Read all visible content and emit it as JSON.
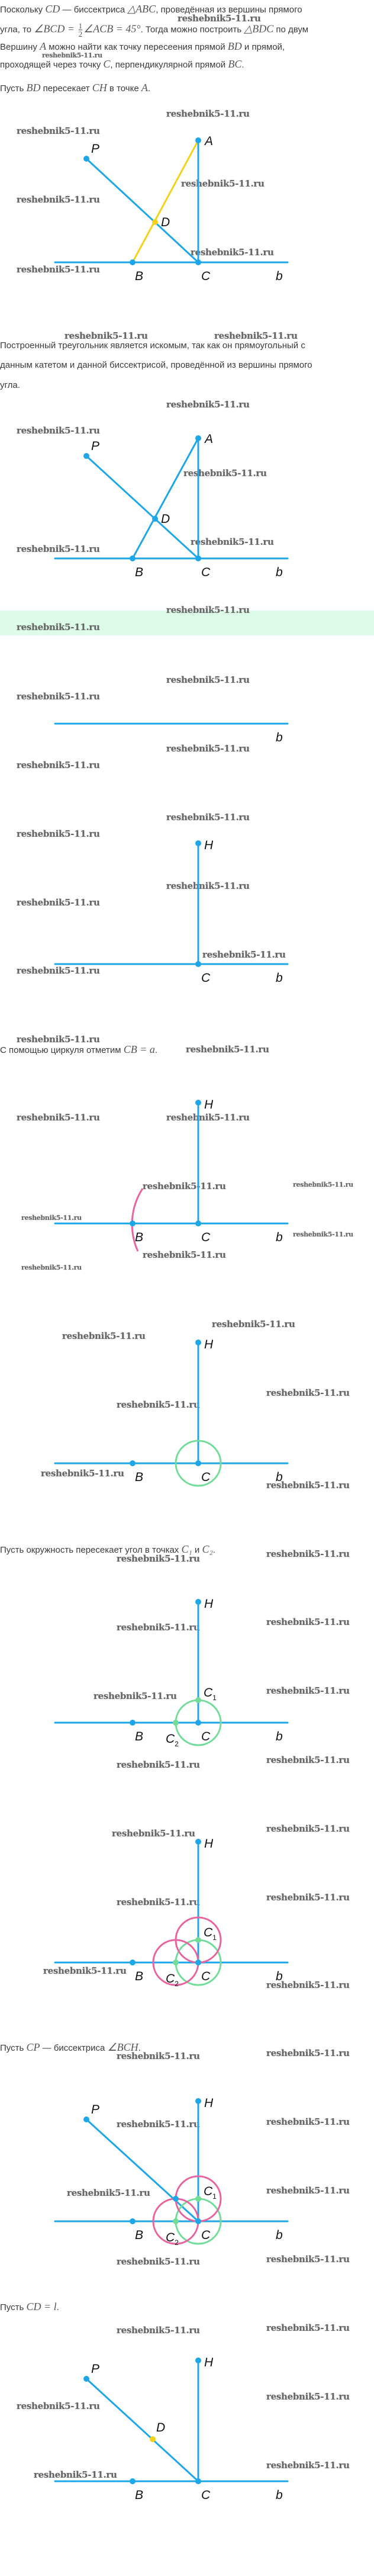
{
  "watermark": "reshebnik5-11.ru",
  "paragraphs": [
    {
      "lines": [
        [
          "Поскольку ",
          {
            "m": "CD"
          },
          " — биссектриса ",
          {
            "m": "△ABC"
          },
          ", проведённая из вершины прямого"
        ],
        [
          "угла, то ",
          {
            "m": "∠BCD = "
          },
          {
            "num": "1",
            "den": "2"
          },
          {
            "m": "∠ACB = 45°"
          },
          ". Тогда можно построить ",
          {
            "m": "△BDC"
          },
          " по двум"
        ],
        [
          "Вершину ",
          {
            "m": "A"
          },
          " можно найти как точку пересеения прямой ",
          {
            "m": "BD"
          },
          " и прямой,"
        ],
        [
          "проходящей через точку ",
          {
            "m": "C"
          },
          ", перпендикулярной прямой ",
          {
            "m": "BC"
          },
          "."
        ]
      ]
    },
    {
      "lines": [
        [
          "Пусть ",
          {
            "m": "BD"
          },
          " пересекает ",
          {
            "m": "CH"
          },
          " в точке ",
          {
            "m": "A"
          },
          "."
        ]
      ]
    },
    {
      "lines": [
        [
          "Построенный треугольник является искомым, так как он прямоугольный с"
        ],
        [
          "данным катетом и данной биссектрисой, проведённой из вершины прямого"
        ],
        [
          "угла."
        ]
      ]
    },
    {
      "lines": [
        [
          "С помощью циркуля отметим ",
          {
            "m": "CB = a"
          },
          "."
        ]
      ]
    },
    {
      "lines": [
        [
          "Пусть окружность пересекает угол в точках ",
          {
            "m": "C₁"
          },
          " и ",
          {
            "m": "C₂"
          },
          "."
        ]
      ]
    },
    {
      "lines": [
        [
          "Пусть ",
          {
            "m": "CP"
          },
          " — биссектриса ",
          {
            "m": "∠BCH"
          },
          "."
        ]
      ]
    },
    {
      "lines": [
        [
          "Пусть ",
          {
            "m": "CD = l"
          },
          "."
        ]
      ]
    }
  ],
  "point_labels": {
    "A": "A",
    "B": "B",
    "C": "C",
    "D": "D",
    "P": "P",
    "H": "H",
    "b": "b",
    "C1": {
      "main": "C",
      "sub": "1"
    },
    "C2": {
      "main": "C",
      "sub": "2"
    }
  },
  "colors": {
    "line": "#1ea7e8",
    "bisector_highlight": "#f2d21b",
    "arc": "#e8649e",
    "circle": "#72dc98",
    "highlight_band": "#dcfbe9"
  }
}
